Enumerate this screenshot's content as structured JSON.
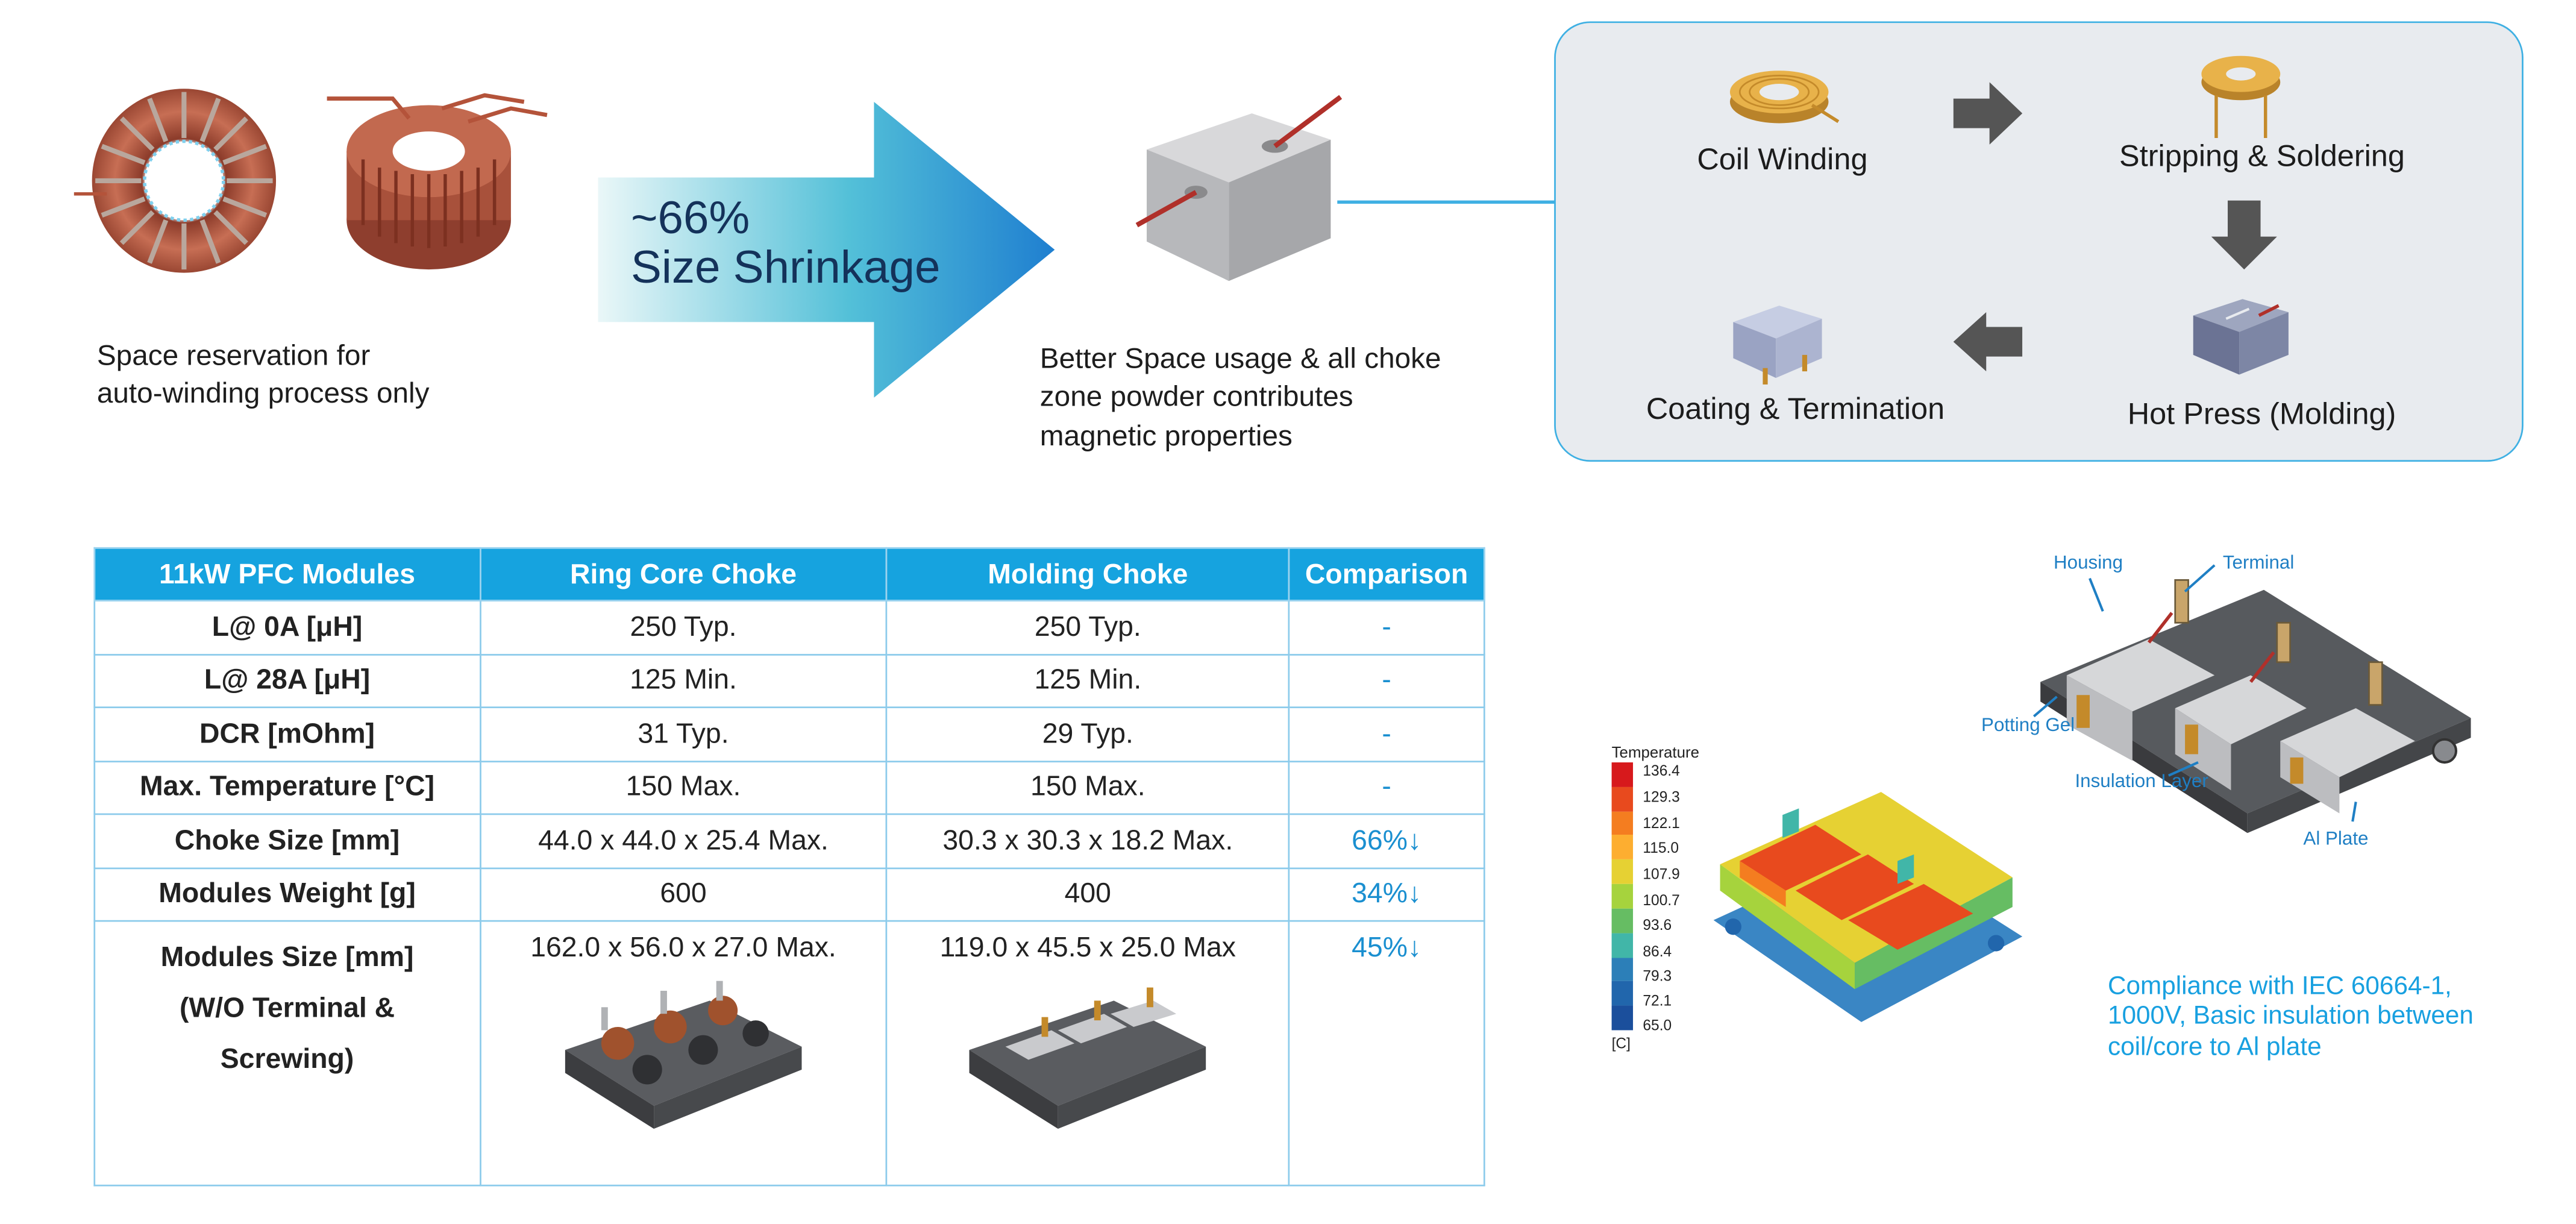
{
  "arrow_text": {
    "line1": "~66%",
    "line2": "Size Shrinkage"
  },
  "captions": {
    "left_line1": "Space reservation for",
    "left_line2": "auto-winding process only",
    "middle_line1": "Better Space usage & all choke",
    "middle_line2": "zone powder contributes",
    "middle_line3": "magnetic properties"
  },
  "process": {
    "coil_winding": "Coil Winding",
    "stripping": "Stripping & Soldering",
    "hot_press": "Hot Press (Molding)",
    "coating": "Coating & Termination"
  },
  "table": {
    "headers": [
      "11kW PFC Modules",
      "Ring Core Choke",
      "Molding Choke",
      "Comparison"
    ],
    "rows": [
      [
        "L@ 0A [μH]",
        "250 Typ.",
        "250 Typ.",
        "-"
      ],
      [
        "L@ 28A [μH]",
        "125 Min.",
        "125 Min.",
        "-"
      ],
      [
        "DCR [mOhm]",
        "31 Typ.",
        "29 Typ.",
        "-"
      ],
      [
        "Max. Temperature [°C]",
        "150 Max.",
        "150 Max.",
        "-"
      ],
      [
        "Choke Size [mm]",
        "44.0 x 44.0 x 25.4 Max.",
        "30.3 x 30.3 x 18.2 Max.",
        "66%↓"
      ],
      [
        "Modules Weight [g]",
        "600",
        "400",
        "34%↓"
      ]
    ],
    "last_row": {
      "param_line1": "Modules Size [mm]",
      "param_line2": "(W/O Terminal &",
      "param_line3": "Screwing)",
      "ring": "162.0 x 56.0 x 27.0 Max.",
      "molding": "119.0 x 45.5 x 25.0 Max",
      "comparison": "45%↓"
    }
  },
  "thermal_legend": {
    "title": "Temperature",
    "unit": "[C]",
    "ticks": [
      "136.4",
      "129.3",
      "122.1",
      "115.0",
      "107.9",
      "100.7",
      "93.6",
      "86.4",
      "79.3",
      "72.1",
      "65.0"
    ],
    "colors": [
      "#d7191c",
      "#e84a1e",
      "#f47d20",
      "#fdae30",
      "#e6d133",
      "#a6d33d",
      "#66bd63",
      "#41b6a8",
      "#2c7fb8",
      "#2166ac",
      "#1b4f9c"
    ]
  },
  "callouts": {
    "housing": "Housing",
    "terminal": "Terminal",
    "potting_gel": "Potting Gel",
    "insulation_layer": "Insulation Layer",
    "al_plate": "Al Plate"
  },
  "compliance": {
    "line1": "Compliance with IEC 60664-1,",
    "line2": "1000V, Basic insulation between",
    "line3": "coil/core to Al plate"
  },
  "colors": {
    "accent_blue": "#16a3df",
    "copper": "#b4533a",
    "arrow_dark": "#555555"
  }
}
